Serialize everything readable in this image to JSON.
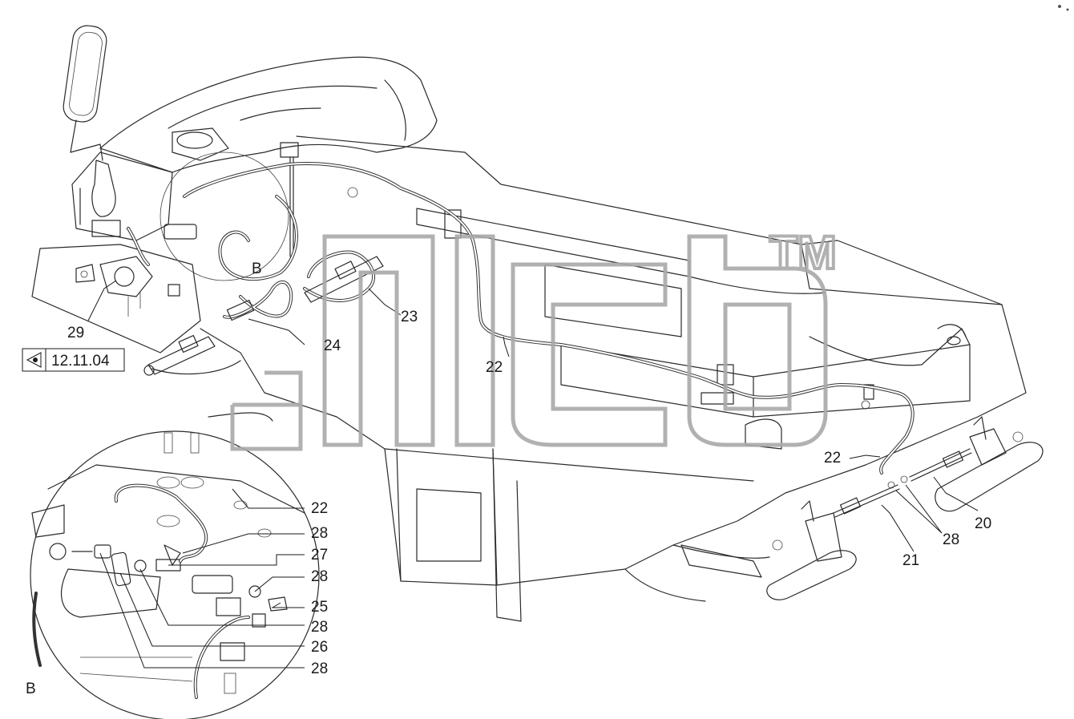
{
  "callouts": {
    "c29": "29",
    "c24": "24",
    "c23": "23",
    "c22_top": "22",
    "c22_right": "22",
    "c20": "20",
    "c21": "21",
    "c28_right": "28",
    "b_view": "B",
    "b_detail": "B",
    "d22": "22",
    "d28_a": "28",
    "d27": "27",
    "d28_b": "28",
    "d25": "25",
    "d28_c": "28",
    "d26": "26",
    "d28_d": "28"
  },
  "reference": {
    "sheet": "12.11.04"
  },
  "watermark": {
    "mark": "TM"
  },
  "colors": {
    "line": "#2a2a2a",
    "watermark": "#a9a9a9",
    "background": "#ffffff"
  }
}
